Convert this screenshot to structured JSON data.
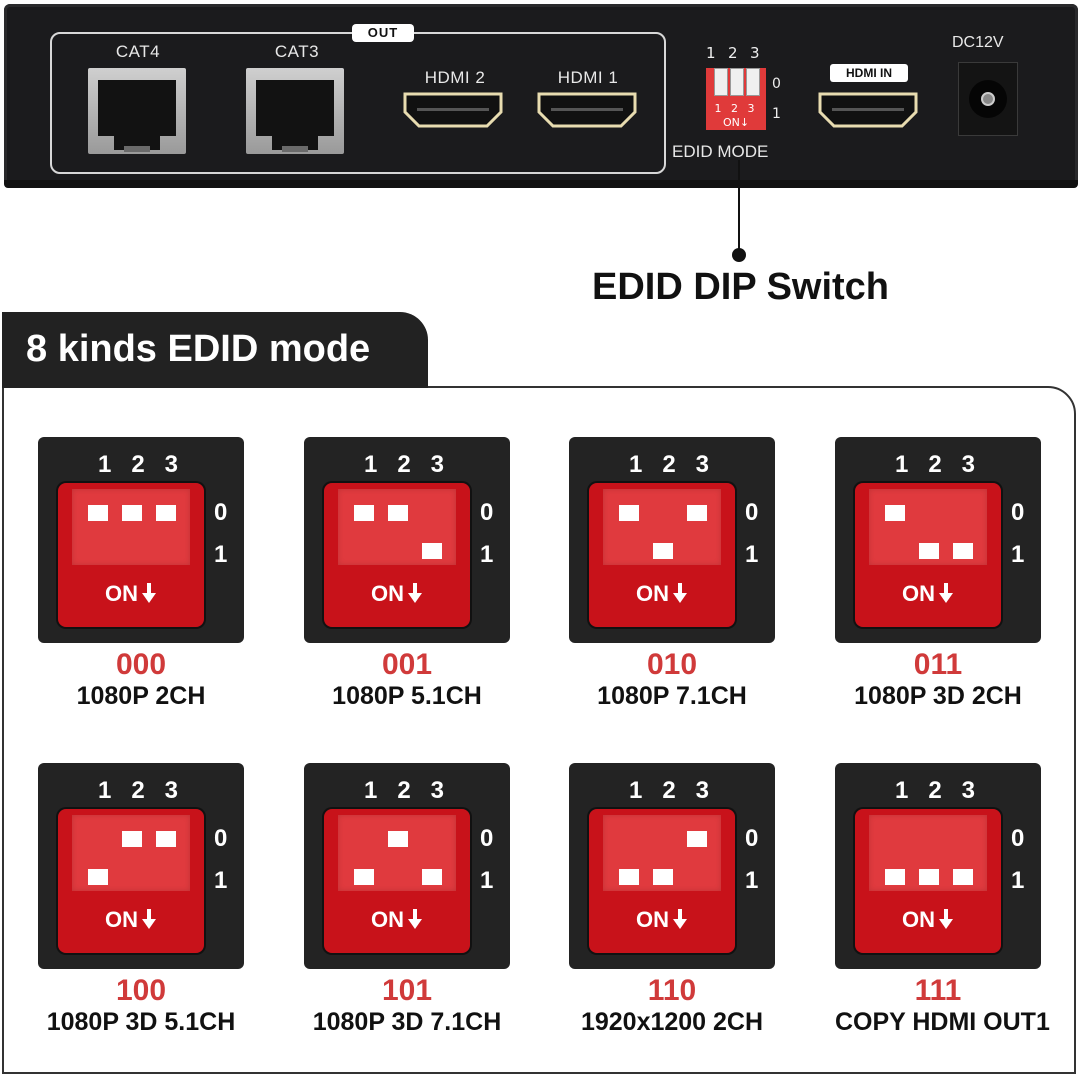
{
  "device": {
    "out_badge": "OUT",
    "ports": [
      {
        "label": "CAT4",
        "type": "rj45"
      },
      {
        "label": "CAT3",
        "type": "rj45"
      },
      {
        "label": "HDMI 2",
        "type": "hdmi"
      },
      {
        "label": "HDMI 1",
        "type": "hdmi"
      }
    ],
    "dip_switch": {
      "top_numbers": [
        "1",
        "2",
        "3"
      ],
      "body_numbers": "1 2 3",
      "on_label": "ON↓",
      "side_labels": [
        "0",
        "1"
      ],
      "label": "EDID MODE"
    },
    "hdmi_in_badge": "HDMI IN",
    "power_label": "DC12V"
  },
  "callout": {
    "text": "EDID DIP Switch"
  },
  "section": {
    "title": "8 kinds EDID mode"
  },
  "switch_common": {
    "numbers": [
      "1",
      "2",
      "3"
    ],
    "on_label": "ON",
    "row_labels": [
      "0",
      "1"
    ]
  },
  "modes": [
    {
      "code": "000",
      "description": "1080P 2CH",
      "bits": [
        0,
        0,
        0
      ]
    },
    {
      "code": "001",
      "description": "1080P 5.1CH",
      "bits": [
        0,
        0,
        1
      ]
    },
    {
      "code": "010",
      "description": "1080P 7.1CH",
      "bits": [
        0,
        1,
        0
      ]
    },
    {
      "code": "011",
      "description": "1080P 3D 2CH",
      "bits": [
        0,
        1,
        1
      ]
    },
    {
      "code": "100",
      "description": "1080P 3D 5.1CH",
      "bits": [
        1,
        0,
        0
      ]
    },
    {
      "code": "101",
      "description": "1080P 3D 7.1CH",
      "bits": [
        1,
        0,
        1
      ]
    },
    {
      "code": "110",
      "description": "1920x1200 2CH",
      "bits": [
        1,
        1,
        0
      ]
    },
    {
      "code": "111",
      "description": "COPY HDMI OUT1",
      "bits": [
        1,
        1,
        1
      ]
    }
  ],
  "colors": {
    "switch_red": "#c8121a",
    "code_red": "#d03a3a",
    "panel_black": "#1b1b1d"
  }
}
